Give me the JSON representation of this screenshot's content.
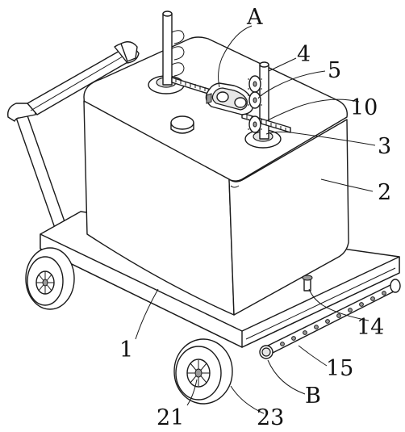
{
  "labels": {
    "A": "A",
    "4": "4",
    "5": "5",
    "10": "10",
    "3": "3",
    "2": "2",
    "14": "14",
    "1": "1",
    "15": "15",
    "B": "B",
    "21": "21",
    "23": "23"
  }
}
